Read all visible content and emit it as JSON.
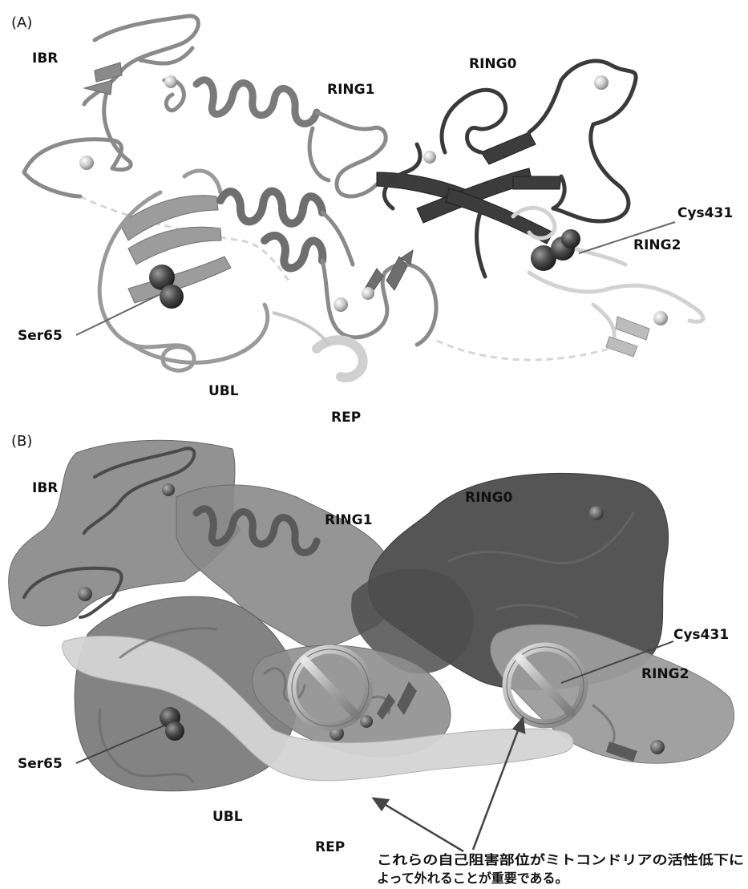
{
  "panel_a": {
    "label": "(A)",
    "domains": {
      "ibr": "IBR",
      "ring1": "RING1",
      "ring0": "RING0",
      "cys431": "Cys431",
      "ring2": "RING2",
      "ser65": "Ser65",
      "ubl": "UBL",
      "rep": "REP"
    }
  },
  "panel_b": {
    "label": "(B)",
    "domains": {
      "ibr": "IBR",
      "ring1": "RING1",
      "ring0": "RING0",
      "cys431": "Cys431",
      "ring2": "RING2",
      "ser65": "Ser65",
      "ubl": "UBL",
      "rep": "REP"
    },
    "caption_line1": "これらの自己阻害部位がミトコンドリアの活性低下に",
    "caption_line2": "よって外れることが重要である。"
  }
}
